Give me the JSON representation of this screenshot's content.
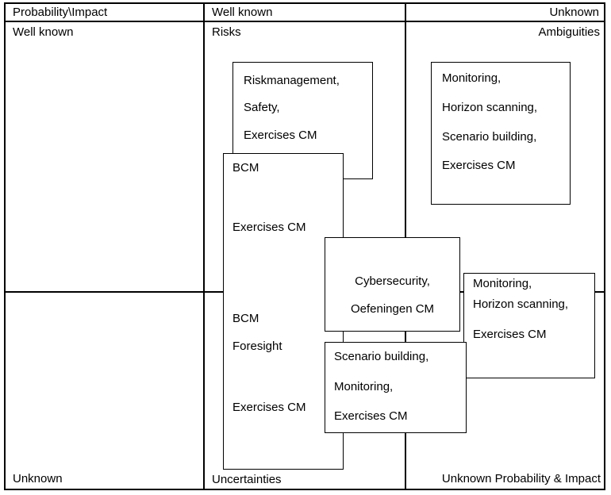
{
  "matrix": {
    "header": {
      "corner": "Probability\\Impact",
      "col_well_known": "Well known",
      "col_unknown": "Unknown"
    },
    "quadrant_labels": {
      "row_top": "Well known",
      "top_mid": "Risks",
      "top_right": "Ambiguities",
      "row_bottom": "Unknown",
      "bottom_mid": "Uncertainties",
      "bottom_right": "Unknown Probability & Impact"
    },
    "boxes": {
      "risk": {
        "lines": [
          "Riskmanagement,",
          "Safety,",
          "Exercises CM"
        ]
      },
      "bcm": {
        "lines": [
          "BCM",
          "Exercises CM",
          "BCM",
          "Foresight",
          "Exercises CM"
        ]
      },
      "ambiguities": {
        "lines": [
          "Monitoring,",
          "Horizon scanning,",
          "Scenario building,",
          "Exercises CM"
        ]
      },
      "cyber": {
        "lines": [
          "Cybersecurity,",
          "Oefeningen CM"
        ]
      },
      "monitoring_right": {
        "lines": [
          "Monitoring,",
          "Horizon scanning,",
          "Exercises CM"
        ]
      },
      "scenario": {
        "lines": [
          "Scenario building,",
          "Monitoring,",
          "Exercises CM"
        ]
      }
    },
    "colors": {
      "border": "#000000",
      "background": "#ffffff",
      "text": "#000000"
    }
  }
}
